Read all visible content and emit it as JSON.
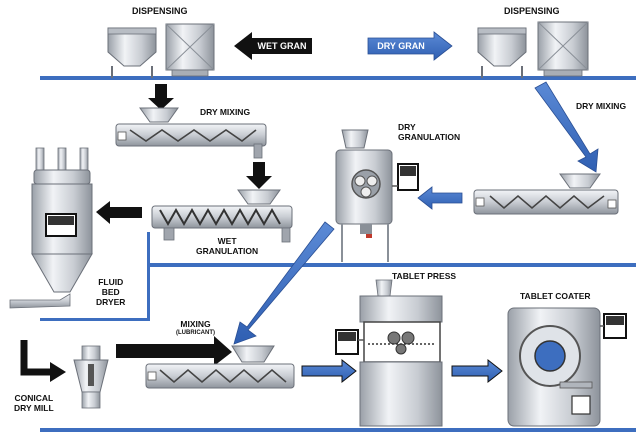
{
  "labels": {
    "dispensing_left": "DISPENSING",
    "dispensing_right": "DISPENSING",
    "wet_gran_arrow": "WET GRAN",
    "dry_gran_arrow": "DRY GRAN",
    "dry_mixing_left": "DRY MIXING",
    "dry_mixing_right": "DRY MIXING",
    "dry_granulation_1": "DRY",
    "dry_granulation_2": "GRANULATION",
    "wet_granulation_1": "WET",
    "wet_granulation_2": "GRANULATION",
    "fluid_bed_1": "FLUID",
    "fluid_bed_2": "BED",
    "fluid_bed_3": "DRYER",
    "mixing": "MIXING",
    "mixing_sub": "(LUBRICANT)",
    "tablet_press": "TABLET PRESS",
    "tablet_coater": "TABLET COATER",
    "conical_1": "CONICAL",
    "conical_2": "DRY MILL"
  },
  "colors": {
    "line_blue": "#3d6ebf",
    "arrow_blue": "#3a6cc4",
    "arrow_black": "#111111",
    "steel_light": "#e6e9ee",
    "steel_mid": "#b9bec6",
    "steel_dark": "#7d838c"
  }
}
